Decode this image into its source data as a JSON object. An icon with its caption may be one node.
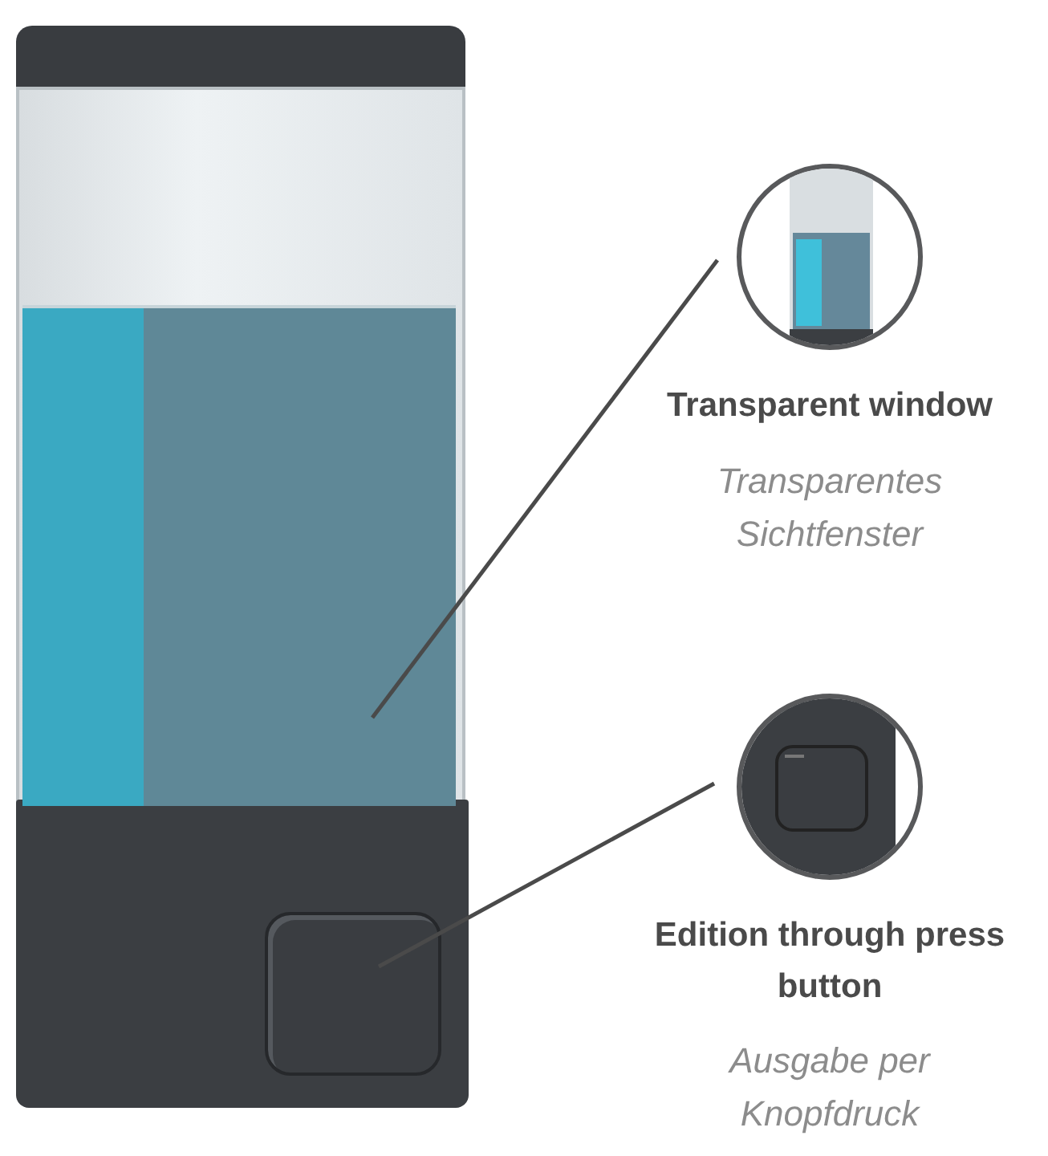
{
  "diagram": {
    "nodes": [
      {
        "text": [
          "Transparent window",
          "Transparentes Sichtfenster"
        ]
      },
      {
        "text": [],
        "shape": "box"
      },
      {
        "text": [
          "Edition through press button",
          "Ausgabe per Knopfdruck"
        ]
      },
      {
        "text": [],
        "shape": "box"
      }
    ],
    "edges": [
      {
        "from": 0,
        "to": 1,
        "arrow": "none"
      },
      {
        "from": 2,
        "to": 3,
        "arrow": "none"
      }
    ]
  }
}
